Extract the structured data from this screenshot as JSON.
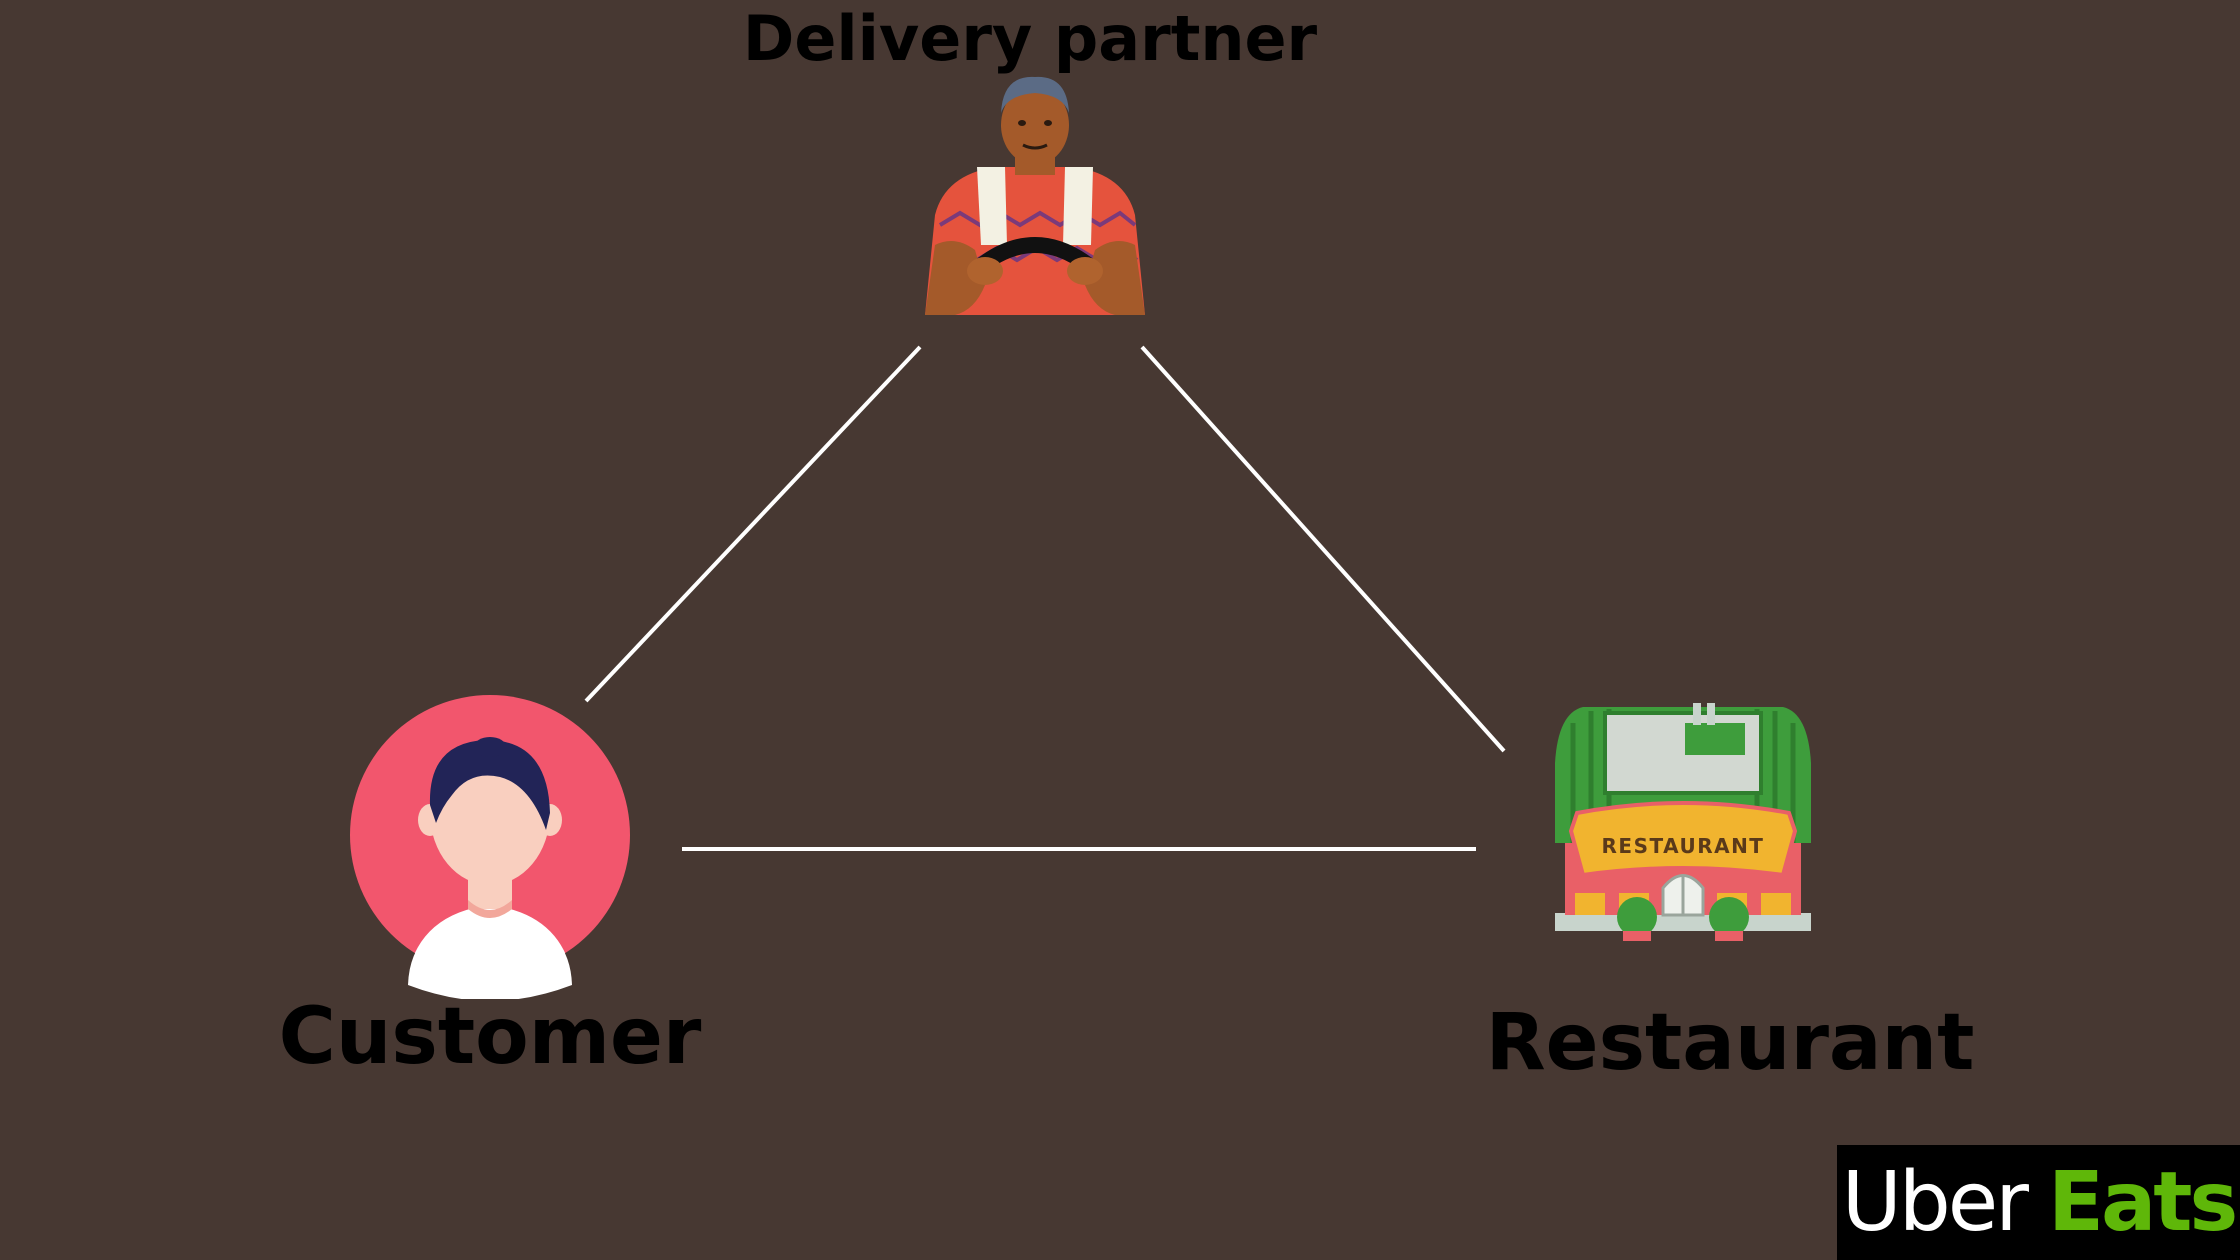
{
  "nodes": {
    "delivery_partner": {
      "label": "Delivery partner"
    },
    "customer": {
      "label": "Customer"
    },
    "restaurant": {
      "label": "Restaurant",
      "sign_text": "RESTAURANT"
    }
  },
  "logo": {
    "word1": "Uber",
    "word2": "Eats"
  },
  "colors": {
    "background": "#473832",
    "connector": "#ffffff",
    "customer_circle": "#f2566d",
    "brand_green": "#5fb709"
  }
}
